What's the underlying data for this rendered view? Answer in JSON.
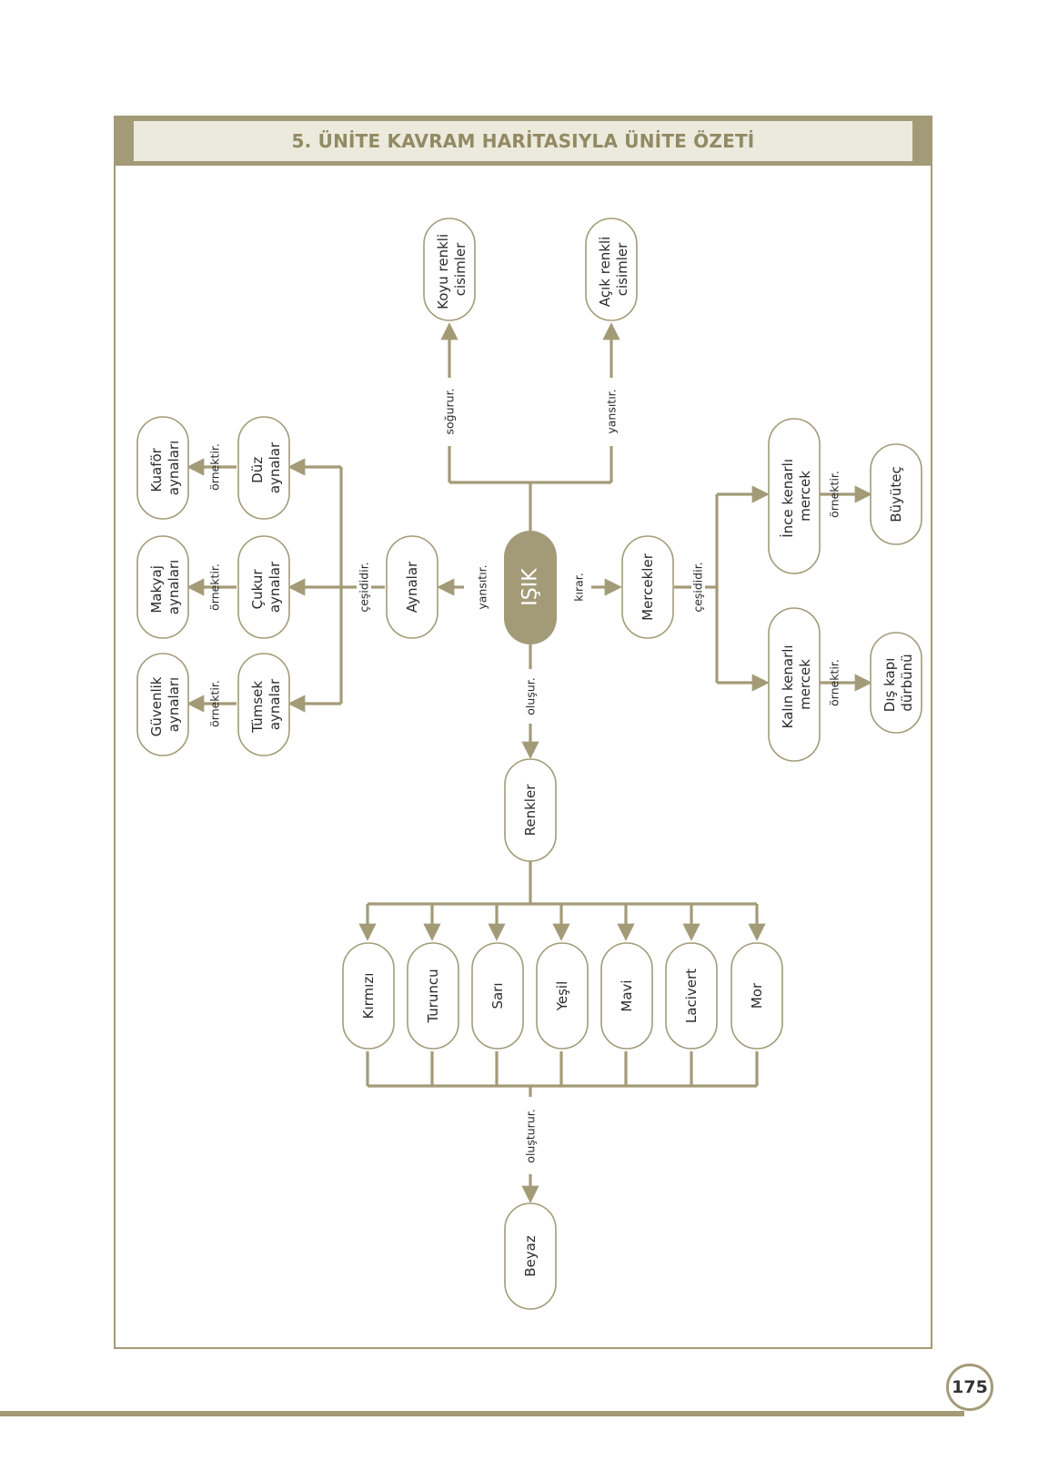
{
  "title": "5. ÜNİTE KAVRAM HARİTASIYLA ÜNİTE ÖZETİ",
  "page_number": "175",
  "colors": {
    "accent": "#a39b78",
    "banner_bg": "#ebeadd",
    "title_text": "#928a63",
    "center_fill": "#a39b78"
  },
  "nodes": {
    "isik": "IŞIK",
    "koyu": [
      "Koyu renkli",
      "cisimler"
    ],
    "acik": [
      "Açık renkli",
      "cisimler"
    ],
    "aynalar": "Aynalar",
    "mercekler": "Mercekler",
    "renkler": "Renkler",
    "duz": [
      "Düz",
      "aynalar"
    ],
    "cukur": [
      "Çukur",
      "aynalar"
    ],
    "tumsek": [
      "Tümsek",
      "aynalar"
    ],
    "kuafor": [
      "Kuaför",
      "aynaları"
    ],
    "makyaj": [
      "Makyaj",
      "aynaları"
    ],
    "guvenlik": [
      "Güvenlik",
      "aynaları"
    ],
    "ince": [
      "İnce kenarlı",
      "mercek"
    ],
    "kalin": [
      "Kalın kenarlı",
      "mercek"
    ],
    "buyutec": "Büyüteç",
    "dis_kapi": [
      "Dış kapı",
      "dürbünü"
    ],
    "colors": [
      "Kırmızı",
      "Turuncu",
      "Sarı",
      "Yeşil",
      "Mavi",
      "Lacivert",
      "Mor"
    ],
    "beyaz": "Beyaz"
  },
  "edge_labels": {
    "sogurur": "soğurur.",
    "yansitir_top": "yansıtır.",
    "yansitir_left": "yansıtır.",
    "kirar": "kırar.",
    "olusur": "oluşur.",
    "cesitdir_left": "çeşididir.",
    "cesitdir_right": "çeşididir.",
    "ornek_duz": "örnektir.",
    "ornek_cukur": "örnektir.",
    "ornek_tumsek": "örnektir.",
    "ornek_ince": "örnektir.",
    "ornek_kalin": "örnektir.",
    "olusturur": "oluşturur."
  }
}
